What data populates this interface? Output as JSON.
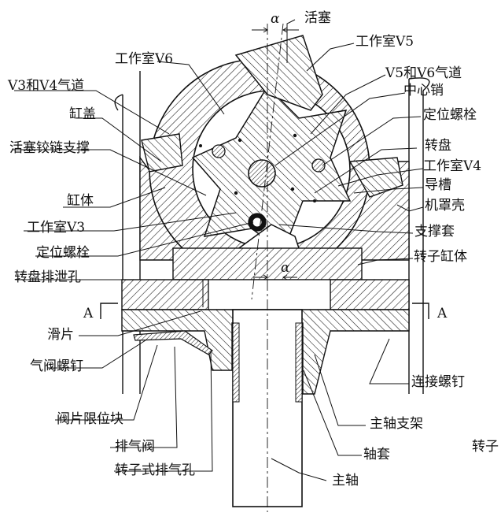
{
  "labels": {
    "alpha_top": "α",
    "alpha_bottom": "α",
    "piston": "活塞",
    "chamber_v5": "工作室V5",
    "chamber_v6": "工作室V6",
    "v5v6_channel": "V5和V6气道",
    "v3v4_channel": "V3和V4气道",
    "center_pin": "中心销",
    "cylinder_cover": "缸盖",
    "locating_bolt_top": "定位螺栓",
    "turntable": "转盘",
    "piston_hinge": "活塞铰链支撑",
    "chamber_v4": "工作室V4",
    "guide_groove": "导槽",
    "cylinder_body": "缸体",
    "housing": "机罩壳",
    "chamber_v3": "工作室V3",
    "support_sleeve": "支撑套",
    "locating_bolt_left": "定位螺栓",
    "rotor_cylinder": "转子缸体",
    "turntable_drain": "转盘排泄孔",
    "section_a_left": "A",
    "section_a_right": "A",
    "slide": "滑片",
    "valve_screw": "气阀螺钉",
    "connecting_screw": "连接螺钉",
    "valve_limit_block": "阀片限位块",
    "spindle_bracket": "主轴支架",
    "exhaust_valve": "排气阀",
    "rotor_exhaust_hole": "转子式排气孔",
    "shaft_sleeve": "轴套",
    "edge_text": "转子",
    "main_shaft": "主轴"
  },
  "colors": {
    "line": "#111111",
    "background": "#ffffff"
  }
}
